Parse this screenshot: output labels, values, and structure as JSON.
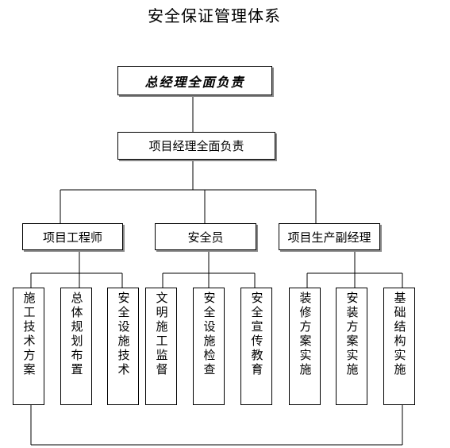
{
  "title": "安全保证管理体系",
  "level1": "总经理全面负责",
  "level2": "项目经理全面负责",
  "level3": [
    "项目工程师",
    "安全员",
    "项目生产副经理"
  ],
  "level4": [
    [
      "施工技术方案",
      "总体规划布置",
      "安全设施技术"
    ],
    [
      "文明施工监督",
      "安全设施检查",
      "安全宣传教育"
    ],
    [
      "装修方案实施",
      "安装方案实施",
      "基础结构实施"
    ]
  ]
}
